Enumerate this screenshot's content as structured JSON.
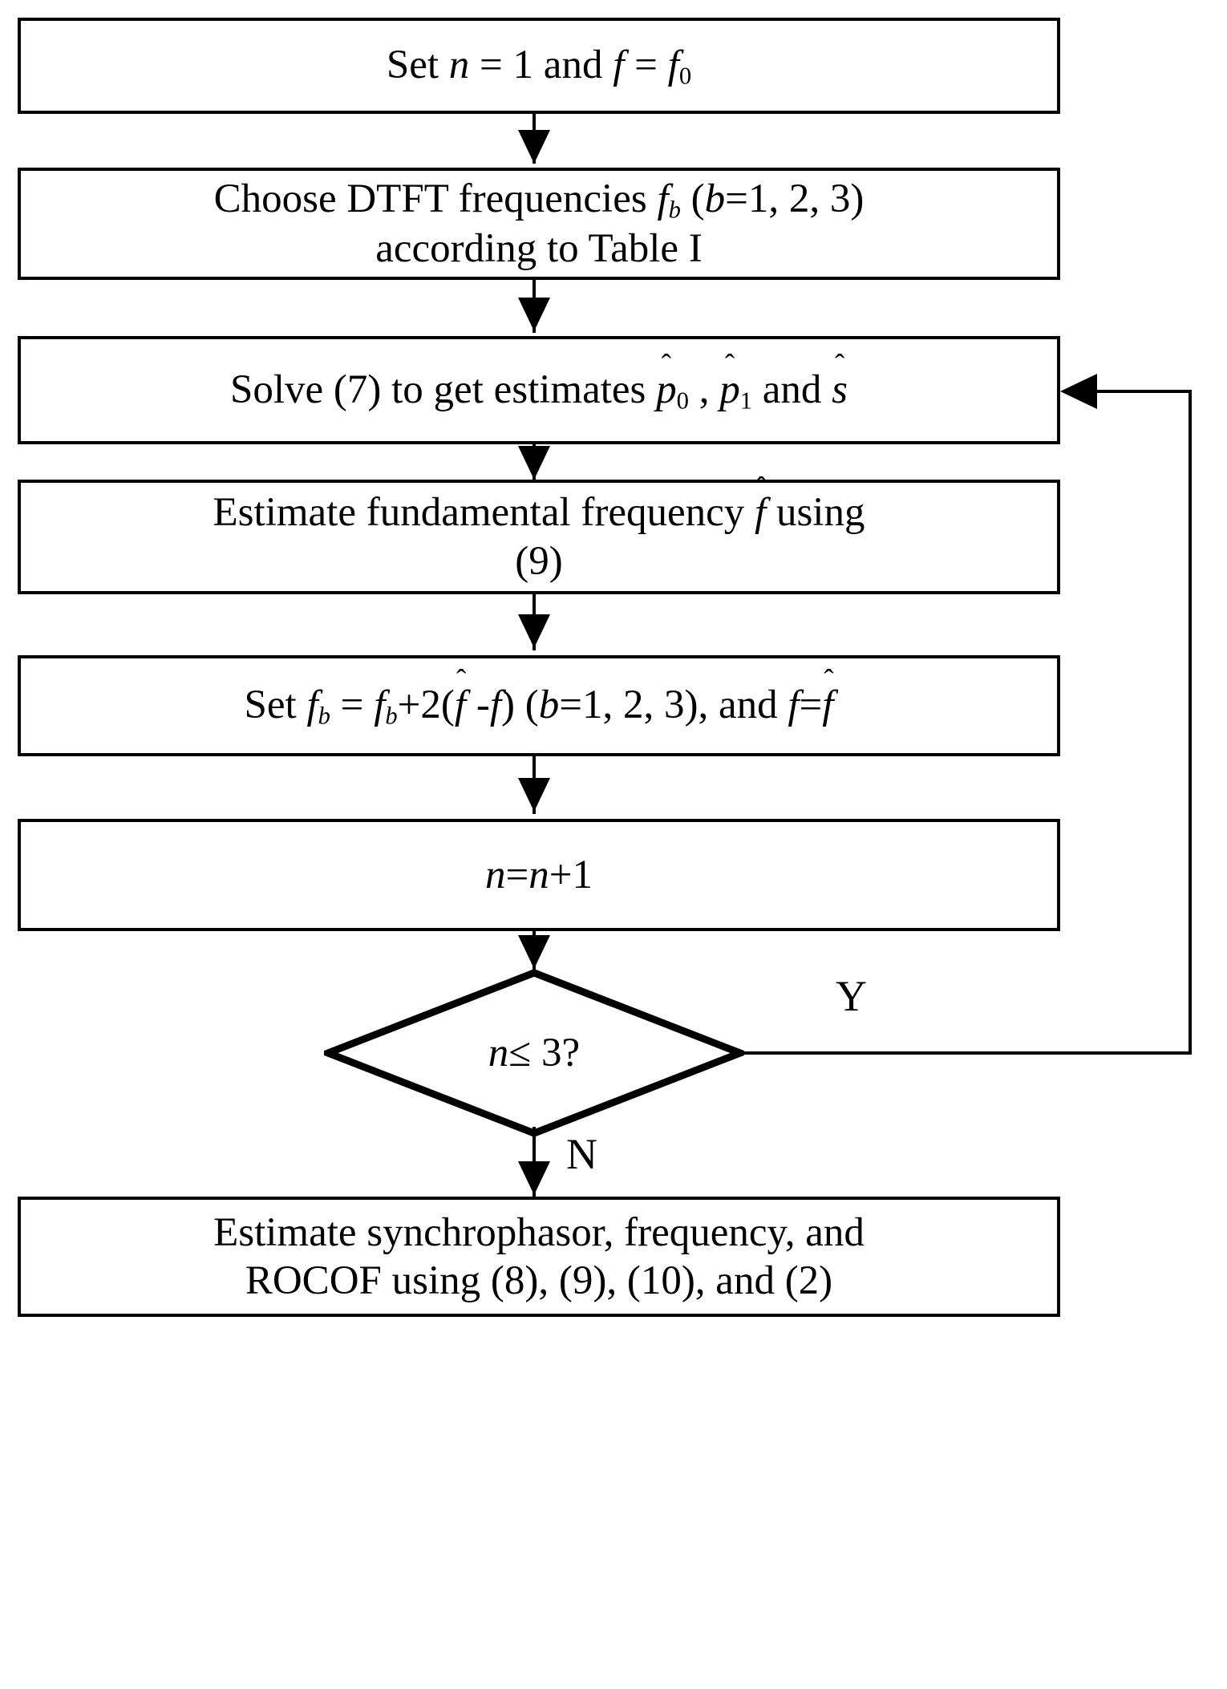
{
  "diagram": {
    "title": "Iterative synchrophasor estimation flowchart",
    "type": "flowchart",
    "nodes": [
      {
        "id": "init",
        "shape": "process",
        "text_plain": "Set n = 1 and f = f0",
        "line1_prefix": "Set ",
        "var_n": "n",
        "eq1": " = 1 and ",
        "var_f": "f",
        "eq2": " = ",
        "var_f2": "f",
        "sub_f2": "0"
      },
      {
        "id": "choose-dtft",
        "shape": "process",
        "text_plain": "Choose DTFT frequencies fb (b=1, 2, 3) according to Table I",
        "line1_a": "Choose DTFT frequencies ",
        "line1_f": "f",
        "line1_fsub": "b",
        "line1_b": "  (",
        "line1_bvar": "b",
        "line1_c": "=1, 2, 3)",
        "line2": "according to Table  I"
      },
      {
        "id": "solve-7",
        "shape": "process",
        "text_plain": "Solve (7) to get estimates p0, p1 and s",
        "a": "Solve (7) to get estimates ",
        "p": "p",
        "p0sub": "0",
        "mid": " , ",
        "p1sub": "1",
        "and": " and ",
        "s": "s"
      },
      {
        "id": "estimate-f",
        "shape": "process",
        "text_plain": "Estimate fundamental frequency f using (9)",
        "line1_a": "Estimate fundamental frequency  ",
        "line1_f": "f",
        "line1_b": "  using",
        "line2": "(9)"
      },
      {
        "id": "set-fb",
        "shape": "process",
        "text_plain": "Set fb = fb+2(f -f) (b=1, 2, 3), and f=f",
        "a": "Set  ",
        "f1": "f",
        "f1sub": "b",
        "eq": " = ",
        "f2": "f",
        "f2sub": "b",
        "plus": "+2(",
        "fhat": "f",
        "minus": " -",
        "f3": "f",
        "close": ") (",
        "bvar": "b",
        "range": "=1, 2, 3), and  ",
        "f4": "f",
        "eq2": "=",
        "fhat2": "f"
      },
      {
        "id": "increment-n",
        "shape": "process",
        "text_plain": "n=n+1",
        "n1": "n",
        "eq": "=",
        "n2": "n",
        "plus": "+1"
      },
      {
        "id": "decision",
        "shape": "diamond",
        "text_plain": "n≤ 3?",
        "var": "n",
        "cond": "≤ 3?"
      },
      {
        "id": "final-estimate",
        "shape": "process",
        "text_plain": "Estimate synchrophasor, frequency, and ROCOF using (8), (9), (10), and (2)",
        "line1": "Estimate synchrophasor, frequency, and",
        "line2": "ROCOF using (8), (9), (10), and (2)"
      }
    ],
    "branch_labels": {
      "yes": "Y",
      "no": "N"
    },
    "hat_symbol": "ˆ",
    "colors": {
      "stroke": "#000000",
      "fill": "#ffffff",
      "text": "#000000"
    }
  }
}
